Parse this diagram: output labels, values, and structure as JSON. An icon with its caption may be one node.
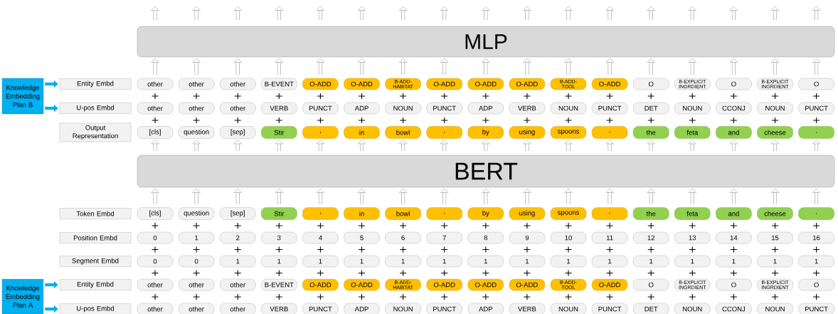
{
  "diagram": {
    "nodes": [
      {
        "text": [
          "MLP"
        ]
      },
      {
        "text": [
          "Knowledge Embedding Plan B"
        ]
      },
      {
        "text": [
          "Entity Embd"
        ]
      },
      {
        "text": [
          "other"
        ]
      },
      {
        "text": [
          "other"
        ]
      },
      {
        "text": [
          "other"
        ]
      },
      {
        "text": [
          "B-EVENT"
        ]
      },
      {
        "text": [
          "O-ADD"
        ]
      },
      {
        "text": [
          "O-ADD"
        ]
      },
      {
        "text": [
          "B-ADD-HABITAT"
        ]
      },
      {
        "text": [
          "O-ADD"
        ]
      },
      {
        "text": [
          "O-ADD"
        ]
      },
      {
        "text": [
          "O-ADD"
        ]
      },
      {
        "text": [
          "B-ADD-TOOL"
        ]
      },
      {
        "text": [
          "O-ADD"
        ]
      },
      {
        "text": [
          "O"
        ]
      },
      {
        "text": [
          "B-EXPLICIT INGRDIENT"
        ]
      },
      {
        "text": [
          "O"
        ]
      },
      {
        "text": [
          "B-EXPLICIT INGRDIENT"
        ]
      },
      {
        "text": [
          "O"
        ]
      },
      {
        "text": [
          "U-pos Embd"
        ]
      },
      {
        "text": [
          "other"
        ]
      },
      {
        "text": [
          "other"
        ]
      },
      {
        "text": [
          "other"
        ]
      },
      {
        "text": [
          "VERB"
        ]
      },
      {
        "text": [
          "PUNCT"
        ]
      },
      {
        "text": [
          "ADP"
        ]
      },
      {
        "text": [
          "NOUN"
        ]
      },
      {
        "text": [
          "PUNCT"
        ]
      },
      {
        "text": [
          "ADP"
        ]
      },
      {
        "text": [
          "VERB"
        ]
      },
      {
        "text": [
          "NOUN"
        ]
      },
      {
        "text": [
          "PUNCT"
        ]
      },
      {
        "text": [
          "DET"
        ]
      },
      {
        "text": [
          "NOUN"
        ]
      },
      {
        "text": [
          "CCONJ"
        ]
      },
      {
        "text": [
          "NOUN"
        ]
      },
      {
        "text": [
          "PUNCT"
        ]
      },
      {
        "text": [
          "Output Representation"
        ]
      },
      {
        "text": [
          "[cls]"
        ]
      },
      {
        "text": [
          "question"
        ]
      },
      {
        "text": [
          "[sep]"
        ]
      },
      {
        "text": [
          "Stir"
        ]
      },
      {
        "text": [
          ","
        ]
      },
      {
        "text": [
          "in"
        ]
      },
      {
        "text": [
          "bowl"
        ]
      },
      {
        "text": [
          ","
        ]
      },
      {
        "text": [
          "by"
        ]
      },
      {
        "text": [
          "using"
        ]
      },
      {
        "text": [
          "spoons"
        ]
      },
      {
        "text": [
          ","
        ]
      },
      {
        "text": [
          "the"
        ]
      },
      {
        "text": [
          "feta"
        ]
      },
      {
        "text": [
          "and"
        ]
      },
      {
        "text": [
          "cheese"
        ]
      },
      {
        "text": [
          "."
        ]
      },
      {
        "text": [
          "BERT"
        ]
      },
      {
        "text": [
          "Token Embd"
        ]
      },
      {
        "text": [
          "[cls]"
        ]
      },
      {
        "text": [
          "question"
        ]
      },
      {
        "text": [
          "[sep]"
        ]
      },
      {
        "text": [
          "Stir"
        ]
      },
      {
        "text": [
          ","
        ]
      },
      {
        "text": [
          "in"
        ]
      },
      {
        "text": [
          "bowl"
        ]
      },
      {
        "text": [
          ","
        ]
      },
      {
        "text": [
          "by"
        ]
      },
      {
        "text": [
          "using"
        ]
      },
      {
        "text": [
          "spoons"
        ]
      },
      {
        "text": [
          ","
        ]
      },
      {
        "text": [
          "the"
        ]
      },
      {
        "text": [
          "feta"
        ]
      },
      {
        "text": [
          "and"
        ]
      },
      {
        "text": [
          "cheese"
        ]
      },
      {
        "text": [
          "."
        ]
      },
      {
        "text": [
          "Position Embd"
        ]
      },
      {
        "text": [
          "0"
        ]
      },
      {
        "text": [
          "1"
        ]
      },
      {
        "text": [
          "2"
        ]
      },
      {
        "text": [
          "3"
        ]
      },
      {
        "text": [
          "4"
        ]
      },
      {
        "text": [
          "5"
        ]
      },
      {
        "text": [
          "6"
        ]
      },
      {
        "text": [
          "7"
        ]
      },
      {
        "text": [
          "8"
        ]
      },
      {
        "text": [
          "9"
        ]
      },
      {
        "text": [
          "10"
        ]
      },
      {
        "text": [
          "11"
        ]
      },
      {
        "text": [
          "12"
        ]
      },
      {
        "text": [
          "13"
        ]
      },
      {
        "text": [
          "14"
        ]
      },
      {
        "text": [
          "15"
        ]
      },
      {
        "text": [
          "16"
        ]
      },
      {
        "text": [
          "Segment Embd"
        ]
      },
      {
        "text": [
          "0"
        ]
      },
      {
        "text": [
          "0"
        ]
      },
      {
        "text": [
          "1"
        ]
      },
      {
        "text": [
          "1"
        ]
      },
      {
        "text": [
          "1"
        ]
      },
      {
        "text": [
          "1"
        ]
      },
      {
        "text": [
          "1"
        ]
      },
      {
        "text": [
          "1"
        ]
      },
      {
        "text": [
          "1"
        ]
      },
      {
        "text": [
          "1"
        ]
      },
      {
        "text": [
          "1"
        ]
      },
      {
        "text": [
          "1"
        ]
      },
      {
        "text": [
          "1"
        ]
      },
      {
        "text": [
          "1"
        ]
      },
      {
        "text": [
          "1"
        ]
      },
      {
        "text": [
          "1"
        ]
      },
      {
        "text": [
          "1"
        ]
      },
      {
        "text": [
          "Knowledge Embedding Plan A"
        ]
      },
      {
        "text": [
          "Entity Embd"
        ]
      },
      {
        "text": [
          "other"
        ]
      },
      {
        "text": [
          "other"
        ]
      },
      {
        "text": [
          "other"
        ]
      },
      {
        "text": [
          "B-EVENT"
        ]
      },
      {
        "text": [
          "O-ADD"
        ]
      },
      {
        "text": [
          "O-ADD"
        ]
      },
      {
        "text": [
          "B-ADD-HABITAT"
        ]
      },
      {
        "text": [
          "O-ADD"
        ]
      },
      {
        "text": [
          "O-ADD"
        ]
      },
      {
        "text": [
          "O-ADD"
        ]
      },
      {
        "text": [
          "B-ADD-TOOL"
        ]
      },
      {
        "text": [
          "O-ADD"
        ]
      },
      {
        "text": [
          "O"
        ]
      },
      {
        "text": [
          "B-EXPLICIT INGRDIENT"
        ]
      },
      {
        "text": [
          "O"
        ]
      },
      {
        "text": [
          "B-EXPLICIT INGRDIENT"
        ]
      },
      {
        "text": [
          "O"
        ]
      },
      {
        "text": [
          "U-pos Embd"
        ]
      },
      {
        "text": [
          "other"
        ]
      },
      {
        "text": [
          "other"
        ]
      },
      {
        "text": [
          "other"
        ]
      },
      {
        "text": [
          "VERB"
        ]
      },
      {
        "text": [
          "PUNCT"
        ]
      },
      {
        "text": [
          "ADP"
        ]
      },
      {
        "text": [
          "NOUN"
        ]
      },
      {
        "text": [
          "PUNCT"
        ]
      },
      {
        "text": [
          "ADP"
        ]
      },
      {
        "text": [
          "VERB"
        ]
      },
      {
        "text": [
          "NOUN"
        ]
      },
      {
        "text": [
          "PUNCT"
        ]
      },
      {
        "text": [
          "DET"
        ]
      },
      {
        "text": [
          "NOUN"
        ]
      },
      {
        "text": [
          "CCONJ"
        ]
      },
      {
        "text": [
          "NOUN"
        ]
      },
      {
        "text": [
          "PUNCT"
        ]
      }
    ],
    "edges": [
      {
        "from": 0,
        "to": null,
        "arrow": "to"
      },
      {
        "from": 0,
        "to": null,
        "arrow": "to"
      },
      {
        "from": 0,
        "to": null,
        "arrow": "to"
      },
      {
        "from": 0,
        "to": null,
        "arrow": "to"
      },
      {
        "from": 0,
        "to": null,
        "arrow": "to"
      },
      {
        "from": 0,
        "to": null,
        "arrow": "to"
      },
      {
        "from": 0,
        "to": null,
        "arrow": "to"
      },
      {
        "from": 0,
        "to": null,
        "arrow": "to"
      },
      {
        "from": 0,
        "to": null,
        "arrow": "to"
      },
      {
        "from": 0,
        "to": null,
        "arrow": "to"
      },
      {
        "from": 0,
        "to": null,
        "arrow": "to"
      },
      {
        "from": 0,
        "to": null,
        "arrow": "to"
      },
      {
        "from": 0,
        "to": null,
        "arrow": "to"
      },
      {
        "from": 0,
        "to": null,
        "arrow": "to"
      },
      {
        "from": 0,
        "to": null,
        "arrow": "to"
      },
      {
        "from": 0,
        "to": null,
        "arrow": "to"
      },
      {
        "from": 0,
        "to": null,
        "arrow": "to"
      },
      {
        "from": 3,
        "to": 0,
        "arrow": "to"
      },
      {
        "from": 4,
        "to": 0,
        "arrow": "to"
      },
      {
        "from": 5,
        "to": 0,
        "arrow": "to"
      },
      {
        "from": 6,
        "to": 0,
        "arrow": "to"
      },
      {
        "from": 7,
        "to": 0,
        "arrow": "to"
      },
      {
        "from": 8,
        "to": 0,
        "arrow": "to"
      },
      {
        "from": 9,
        "to": 0,
        "arrow": "to"
      },
      {
        "from": 10,
        "to": 0,
        "arrow": "to"
      },
      {
        "from": 11,
        "to": 0,
        "arrow": "to"
      },
      {
        "from": 12,
        "to": 0,
        "arrow": "to"
      },
      {
        "from": 13,
        "to": 0,
        "arrow": "to"
      },
      {
        "from": 14,
        "to": 0,
        "arrow": "to"
      },
      {
        "from": 15,
        "to": 0,
        "arrow": "to"
      },
      {
        "from": 16,
        "to": 0,
        "arrow": "to"
      },
      {
        "from": 17,
        "to": 0,
        "arrow": "to"
      },
      {
        "from": 18,
        "to": 0,
        "arrow": "to"
      },
      {
        "from": 19,
        "to": 0,
        "arrow": "to"
      },
      {
        "from": 1,
        "to": 2,
        "arrow": "to",
        "color": "#00b0f0"
      },
      {
        "from": 1,
        "to": 20,
        "arrow": "to",
        "color": "#00b0f0"
      },
      {
        "from": 56,
        "to": 39,
        "arrow": "to"
      },
      {
        "from": 56,
        "to": 40,
        "arrow": "to"
      },
      {
        "from": 56,
        "to": 41,
        "arrow": "to"
      },
      {
        "from": 56,
        "to": 42,
        "arrow": "to"
      },
      {
        "from": 56,
        "to": 43,
        "arrow": "to"
      },
      {
        "from": 56,
        "to": 44,
        "arrow": "to"
      },
      {
        "from": 56,
        "to": 45,
        "arrow": "to"
      },
      {
        "from": 56,
        "to": 46,
        "arrow": "to"
      },
      {
        "from": 56,
        "to": 47,
        "arrow": "to"
      },
      {
        "from": 56,
        "to": 48,
        "arrow": "to"
      },
      {
        "from": 56,
        "to": 49,
        "arrow": "to"
      },
      {
        "from": 56,
        "to": 50,
        "arrow": "to"
      },
      {
        "from": 56,
        "to": 51,
        "arrow": "to"
      },
      {
        "from": 56,
        "to": 52,
        "arrow": "to"
      },
      {
        "from": 56,
        "to": 53,
        "arrow": "to"
      },
      {
        "from": 56,
        "to": 54,
        "arrow": "to"
      },
      {
        "from": 56,
        "to": 55,
        "arrow": "to"
      },
      {
        "from": 58,
        "to": 56,
        "arrow": "to"
      },
      {
        "from": 59,
        "to": 56,
        "arrow": "to"
      },
      {
        "from": 60,
        "to": 56,
        "arrow": "to"
      },
      {
        "from": 61,
        "to": 56,
        "arrow": "to"
      },
      {
        "from": 62,
        "to": 56,
        "arrow": "to"
      },
      {
        "from": 63,
        "to": 56,
        "arrow": "to"
      },
      {
        "from": 64,
        "to": 56,
        "arrow": "to"
      },
      {
        "from": 65,
        "to": 56,
        "arrow": "to"
      },
      {
        "from": 66,
        "to": 56,
        "arrow": "to"
      },
      {
        "from": 67,
        "to": 56,
        "arrow": "to"
      },
      {
        "from": 68,
        "to": 56,
        "arrow": "to"
      },
      {
        "from": 69,
        "to": 56,
        "arrow": "to"
      },
      {
        "from": 70,
        "to": 56,
        "arrow": "to"
      },
      {
        "from": 71,
        "to": 56,
        "arrow": "to"
      },
      {
        "from": 72,
        "to": 56,
        "arrow": "to"
      },
      {
        "from": 73,
        "to": 56,
        "arrow": "to"
      },
      {
        "from": 74,
        "to": 56,
        "arrow": "to"
      },
      {
        "from": 111,
        "to": 112,
        "arrow": "to",
        "color": "#00b0f0"
      },
      {
        "from": 111,
        "to": 130,
        "arrow": "to",
        "color": "#00b0f0"
      }
    ]
  }
}
